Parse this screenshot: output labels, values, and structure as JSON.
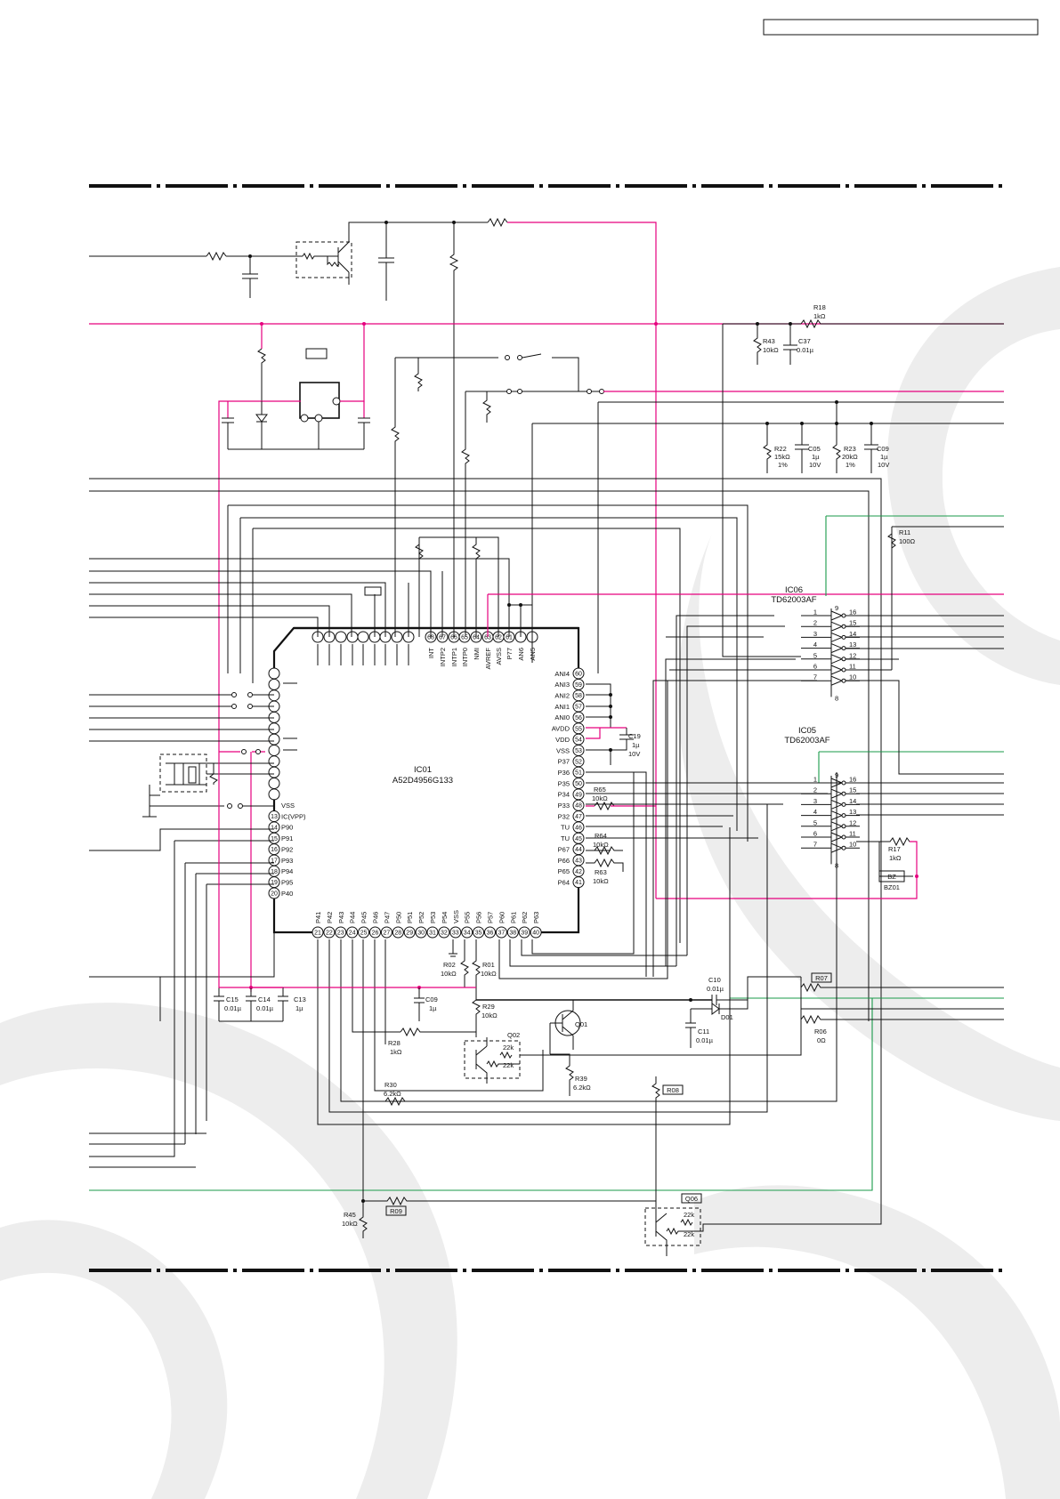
{
  "header": {
    "box_text": ""
  },
  "ic01": {
    "ref": "IC01",
    "part": "A52D4956G133",
    "top_pins": [
      {
        "n": "68",
        "l": "INT"
      },
      {
        "n": "67",
        "l": "INTP2"
      },
      {
        "n": "66",
        "l": "INTP1"
      },
      {
        "n": "65",
        "l": "INTP0"
      },
      {
        "n": "64",
        "l": "NMI"
      },
      {
        "n": "63",
        "l": "AVREF"
      },
      {
        "n": "62",
        "l": "AVSS"
      },
      {
        "n": "61",
        "l": "P77"
      }
    ],
    "top_extra_labels": [
      "AN6",
      "AN5"
    ],
    "right_pins": [
      {
        "n": "60",
        "l": "ANI4"
      },
      {
        "n": "59",
        "l": "ANI3"
      },
      {
        "n": "58",
        "l": "ANI2"
      },
      {
        "n": "57",
        "l": "ANI1"
      },
      {
        "n": "56",
        "l": "ANI0"
      },
      {
        "n": "55",
        "l": "AVDD"
      },
      {
        "n": "54",
        "l": "VDD"
      },
      {
        "n": "53",
        "l": "VSS"
      },
      {
        "n": "52",
        "l": "P37"
      },
      {
        "n": "51",
        "l": "P36"
      },
      {
        "n": "50",
        "l": "P35"
      },
      {
        "n": "49",
        "l": "P34"
      },
      {
        "n": "48",
        "l": "P33"
      },
      {
        "n": "47",
        "l": "P32"
      },
      {
        "n": "46",
        "l": "TU"
      },
      {
        "n": "45",
        "l": "TU"
      },
      {
        "n": "44",
        "l": "P67"
      },
      {
        "n": "43",
        "l": "P66"
      },
      {
        "n": "42",
        "l": "P65"
      },
      {
        "n": "41",
        "l": "P64"
      }
    ],
    "left_pins": [
      {
        "n": "13",
        "l": "VSS"
      },
      {
        "n": "13",
        "l": "IC(VPP)"
      },
      {
        "n": "14",
        "l": "P90"
      },
      {
        "n": "15",
        "l": "P91"
      },
      {
        "n": "16",
        "l": "P92"
      },
      {
        "n": "17",
        "l": "P93"
      },
      {
        "n": "18",
        "l": "P94"
      },
      {
        "n": "19",
        "l": "P95"
      },
      {
        "n": "20",
        "l": "P40"
      }
    ],
    "bottom_pins": [
      {
        "n": "21",
        "l": "P41"
      },
      {
        "n": "22",
        "l": "P42"
      },
      {
        "n": "23",
        "l": "P43"
      },
      {
        "n": "24",
        "l": "P44"
      },
      {
        "n": "25",
        "l": "P45"
      },
      {
        "n": "26",
        "l": "P46"
      },
      {
        "n": "27",
        "l": "P47"
      },
      {
        "n": "28",
        "l": "P50"
      },
      {
        "n": "29",
        "l": "P51"
      },
      {
        "n": "30",
        "l": "P52"
      },
      {
        "n": "31",
        "l": "P53"
      },
      {
        "n": "32",
        "l": "P54"
      },
      {
        "n": "33",
        "l": "VSS"
      },
      {
        "n": "34",
        "l": "P55"
      },
      {
        "n": "35",
        "l": "P56"
      },
      {
        "n": "36",
        "l": "P57"
      },
      {
        "n": "37",
        "l": "P60"
      },
      {
        "n": "38",
        "l": "P61"
      },
      {
        "n": "39",
        "l": "P62"
      },
      {
        "n": "40",
        "l": "P63"
      }
    ]
  },
  "ic06": {
    "ref": "IC06",
    "part": "TD62003AF",
    "left": [
      "1",
      "2",
      "3",
      "4",
      "5",
      "6",
      "7"
    ],
    "right": [
      "16",
      "15",
      "14",
      "13",
      "12",
      "11",
      "10"
    ],
    "top": "9",
    "bottom": "8"
  },
  "ic05": {
    "ref": "IC05",
    "part": "TD62003AF",
    "left": [
      "1",
      "2",
      "3",
      "4",
      "5",
      "6",
      "7"
    ],
    "right": [
      "16",
      "15",
      "14",
      "13",
      "12",
      "11",
      "10"
    ],
    "top": "9",
    "bottom": "8"
  },
  "components": {
    "r18": [
      "R18",
      "1kΩ"
    ],
    "r43": [
      "R43",
      "10kΩ"
    ],
    "c37": [
      "C37",
      "0.01µ"
    ],
    "r22": [
      "R22",
      "15kΩ",
      "1%"
    ],
    "c05": [
      "C05",
      "1µ",
      "10V"
    ],
    "r23": [
      "R23",
      "20kΩ",
      "1%"
    ],
    "c09top": [
      "C09",
      "1µ",
      "10V"
    ],
    "r11": [
      "R11",
      "100Ω"
    ],
    "c19": [
      "C19",
      "1µ",
      "10V"
    ],
    "r65": [
      "R65",
      "10kΩ"
    ],
    "r64": [
      "R64",
      "10kΩ"
    ],
    "r63": [
      "R63",
      "10kΩ"
    ],
    "r17": [
      "R17",
      "1kΩ"
    ],
    "bz": [
      "BZ",
      "BZ01"
    ],
    "r02": [
      "R02",
      "10kΩ"
    ],
    "r01": [
      "R01",
      "10kΩ"
    ],
    "c15": [
      "C15",
      "0.01µ"
    ],
    "c14": [
      "C14",
      "0.01µ"
    ],
    "c13": [
      "C13",
      "1µ"
    ],
    "c09": [
      "C09",
      "1µ"
    ],
    "r29": [
      "R29",
      "10kΩ"
    ],
    "q01": "Q01",
    "q02": [
      "Q02",
      "22k",
      "22k"
    ],
    "r28": [
      "R28",
      "1kΩ"
    ],
    "r39": [
      "R39",
      "6.2kΩ"
    ],
    "r30": [
      "R30",
      "6.2kΩ"
    ],
    "c10": [
      "C10",
      "0.01µ"
    ],
    "d01": "D01",
    "c11": [
      "C11",
      "0.01µ"
    ],
    "r07": "R07",
    "r06": [
      "R06",
      "0Ω"
    ],
    "r08": "R08",
    "q06": [
      "Q06",
      "22k",
      "22k"
    ],
    "r09": "R09",
    "r45": [
      "R45",
      "10kΩ"
    ]
  },
  "colors": {
    "wire": "#111111",
    "power_net": "#e6007e",
    "signal_net": "#1a9a4a",
    "watermark": "#ededed"
  }
}
